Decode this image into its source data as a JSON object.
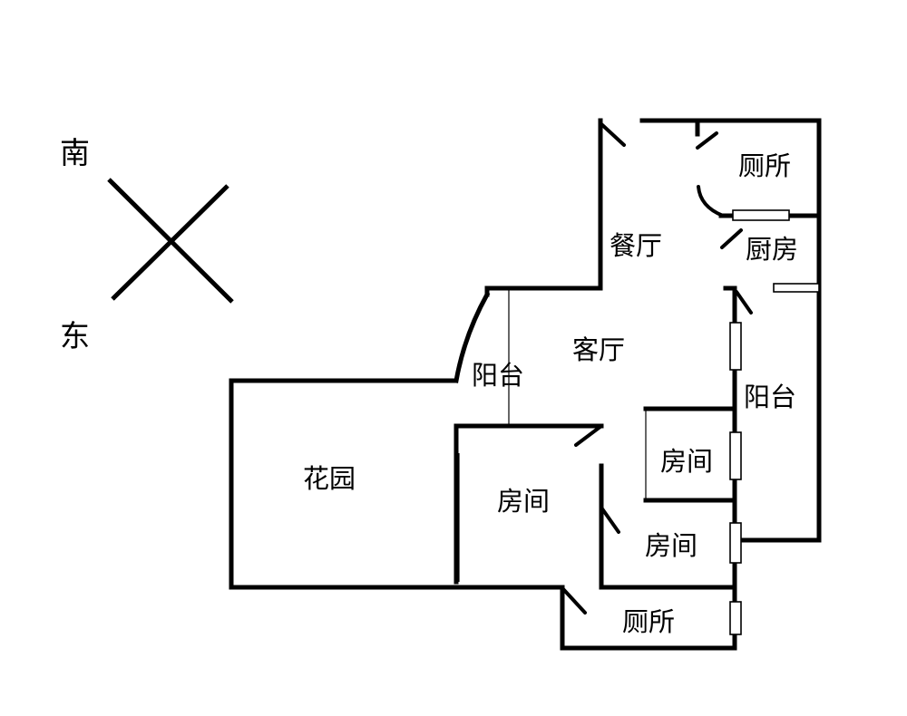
{
  "compass": {
    "south": "南",
    "east": "东"
  },
  "rooms": {
    "toilet_top": "厕所",
    "dining": "餐厅",
    "kitchen": "厨房",
    "living": "客厅",
    "balcony_left": "阳台",
    "balcony_right": "阳台",
    "garden": "花园",
    "bedroom_left": "房间",
    "bedroom_small": "房间",
    "bedroom_right": "房间",
    "toilet_bottom": "厕所"
  }
}
